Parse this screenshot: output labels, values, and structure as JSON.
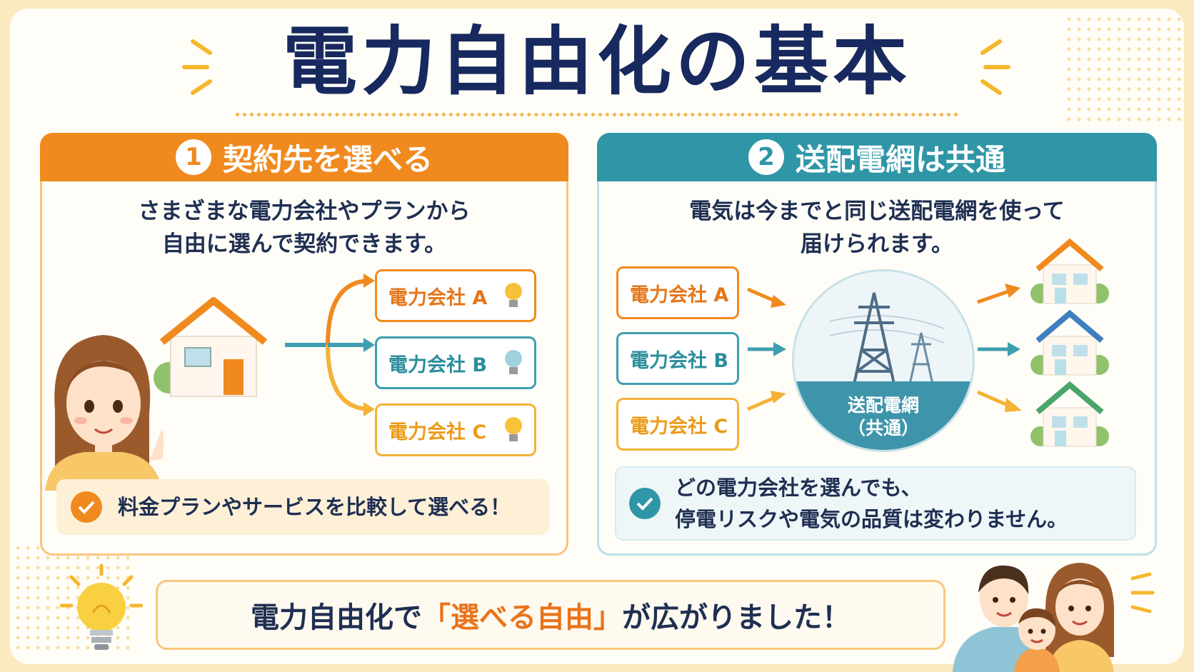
{
  "title": "電力自由化の基本",
  "panel1": {
    "number": "1",
    "heading": "契約先を選べる",
    "desc_line1": "さまざまな電力会社やプランから",
    "desc_line2": "自由に選んで契約できます。",
    "companies": [
      "電力会社 A",
      "電力会社 B",
      "電力会社 C"
    ],
    "note": "料金プランやサービスを比較して選べる！"
  },
  "panel2": {
    "number": "2",
    "heading": "送配電網は共通",
    "desc_line1": "電気は今までと同じ送配電網を使って",
    "desc_line2": "届けられます。",
    "companies": [
      "電力会社 A",
      "電力会社 B",
      "電力会社 C"
    ],
    "grid_label_line1": "送配電網",
    "grid_label_line2": "（共通）",
    "note_line1": "どの電力会社を選んでも、",
    "note_line2": "停電リスクや電気の品質は変わりません。"
  },
  "bottom": {
    "prefix": "電力自由化で",
    "highlight": "「選べる自由」",
    "suffix": "が広がりました！"
  },
  "colors": {
    "orange": "#f08a1e",
    "teal": "#2e96a6",
    "yellow": "#f4b236",
    "navy": "#17295e"
  },
  "icons": [
    "sparkle-icon",
    "house-icon",
    "lightbulb-icon",
    "check-icon",
    "transmission-tower-icon",
    "arrow-icon",
    "woman-illustration",
    "family-illustration"
  ]
}
